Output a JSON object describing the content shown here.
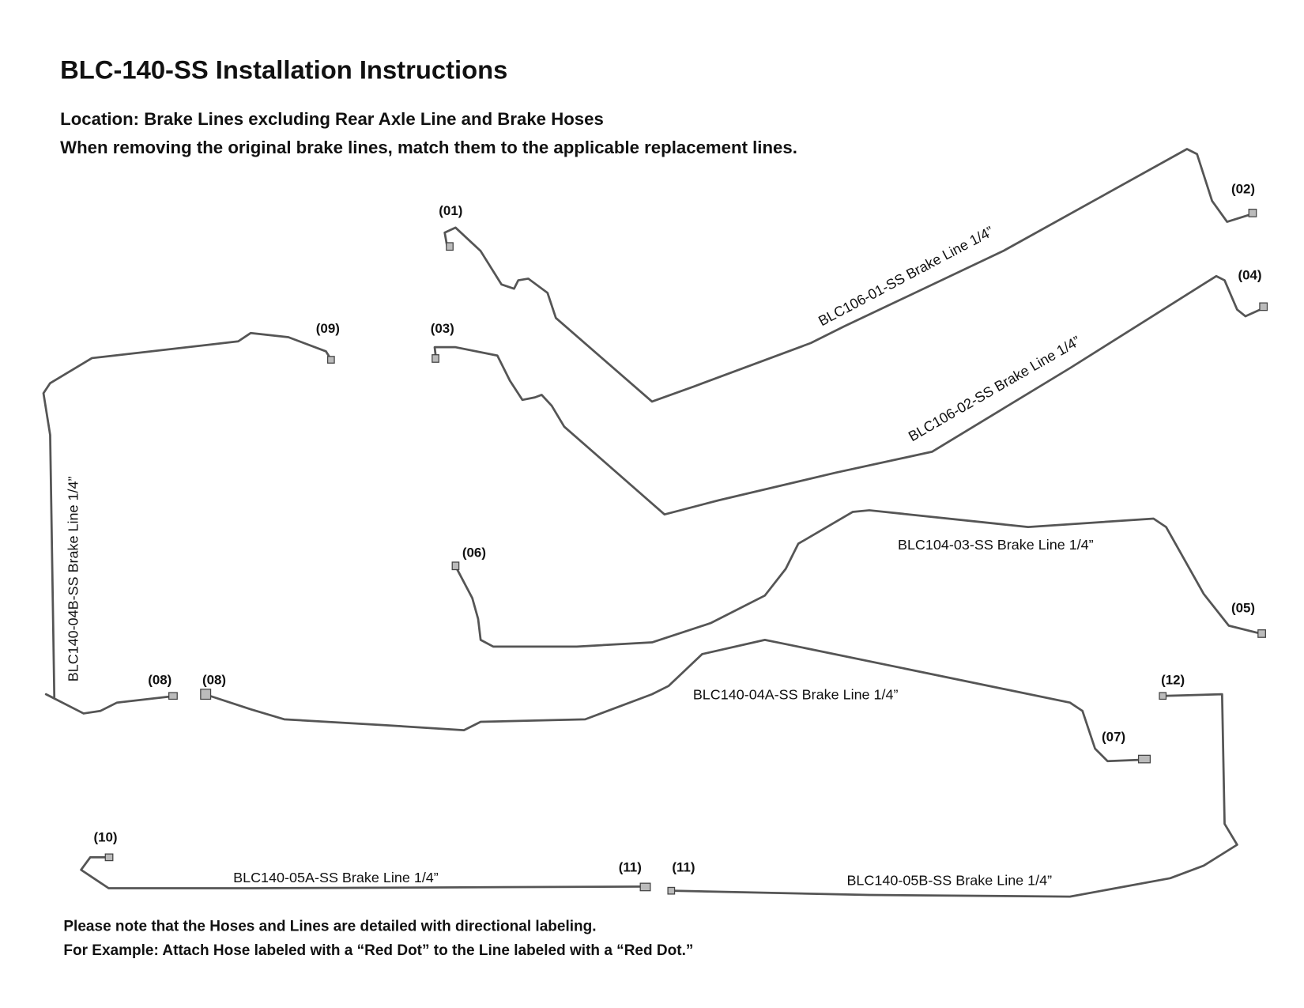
{
  "document": {
    "title": "BLC-140-SS Installation Instructions",
    "location": "Location: Brake Lines excluding Rear Axle Line and Brake Hoses",
    "instruction": "When removing the original brake lines, match them to the applicable replacement lines.",
    "note_1": "Please note that the Hoses and Lines are detailed with directional labeling.",
    "note_2": "For Example: Attach Hose labeled with a “Red Dot” to the Line labeled with a “Red Dot.”"
  },
  "lines": {
    "blc106_01": "BLC106-01-SS Brake Line 1/4”",
    "blc106_02": "BLC106-02-SS Brake Line 1/4”",
    "blc104_03": "BLC104-03-SS Brake Line 1/4”",
    "blc140_04a": "BLC140-04A-SS Brake Line 1/4”",
    "blc140_04b": "BLC140-04B-SS Brake Line 1/4”",
    "blc140_05a": "BLC140-05A-SS Brake Line 1/4”",
    "blc140_05b": "BLC140-05B-SS Brake Line 1/4”"
  },
  "ends": {
    "e01": "(01)",
    "e02": "(02)",
    "e03": "(03)",
    "e04": "(04)",
    "e05": "(05)",
    "e06": "(06)",
    "e07": "(07)",
    "e08a": "(08)",
    "e08b": "(08)",
    "e09": "(09)",
    "e10": "(10)",
    "e11a": "(11)",
    "e11b": "(11)",
    "e12": "(12)"
  }
}
